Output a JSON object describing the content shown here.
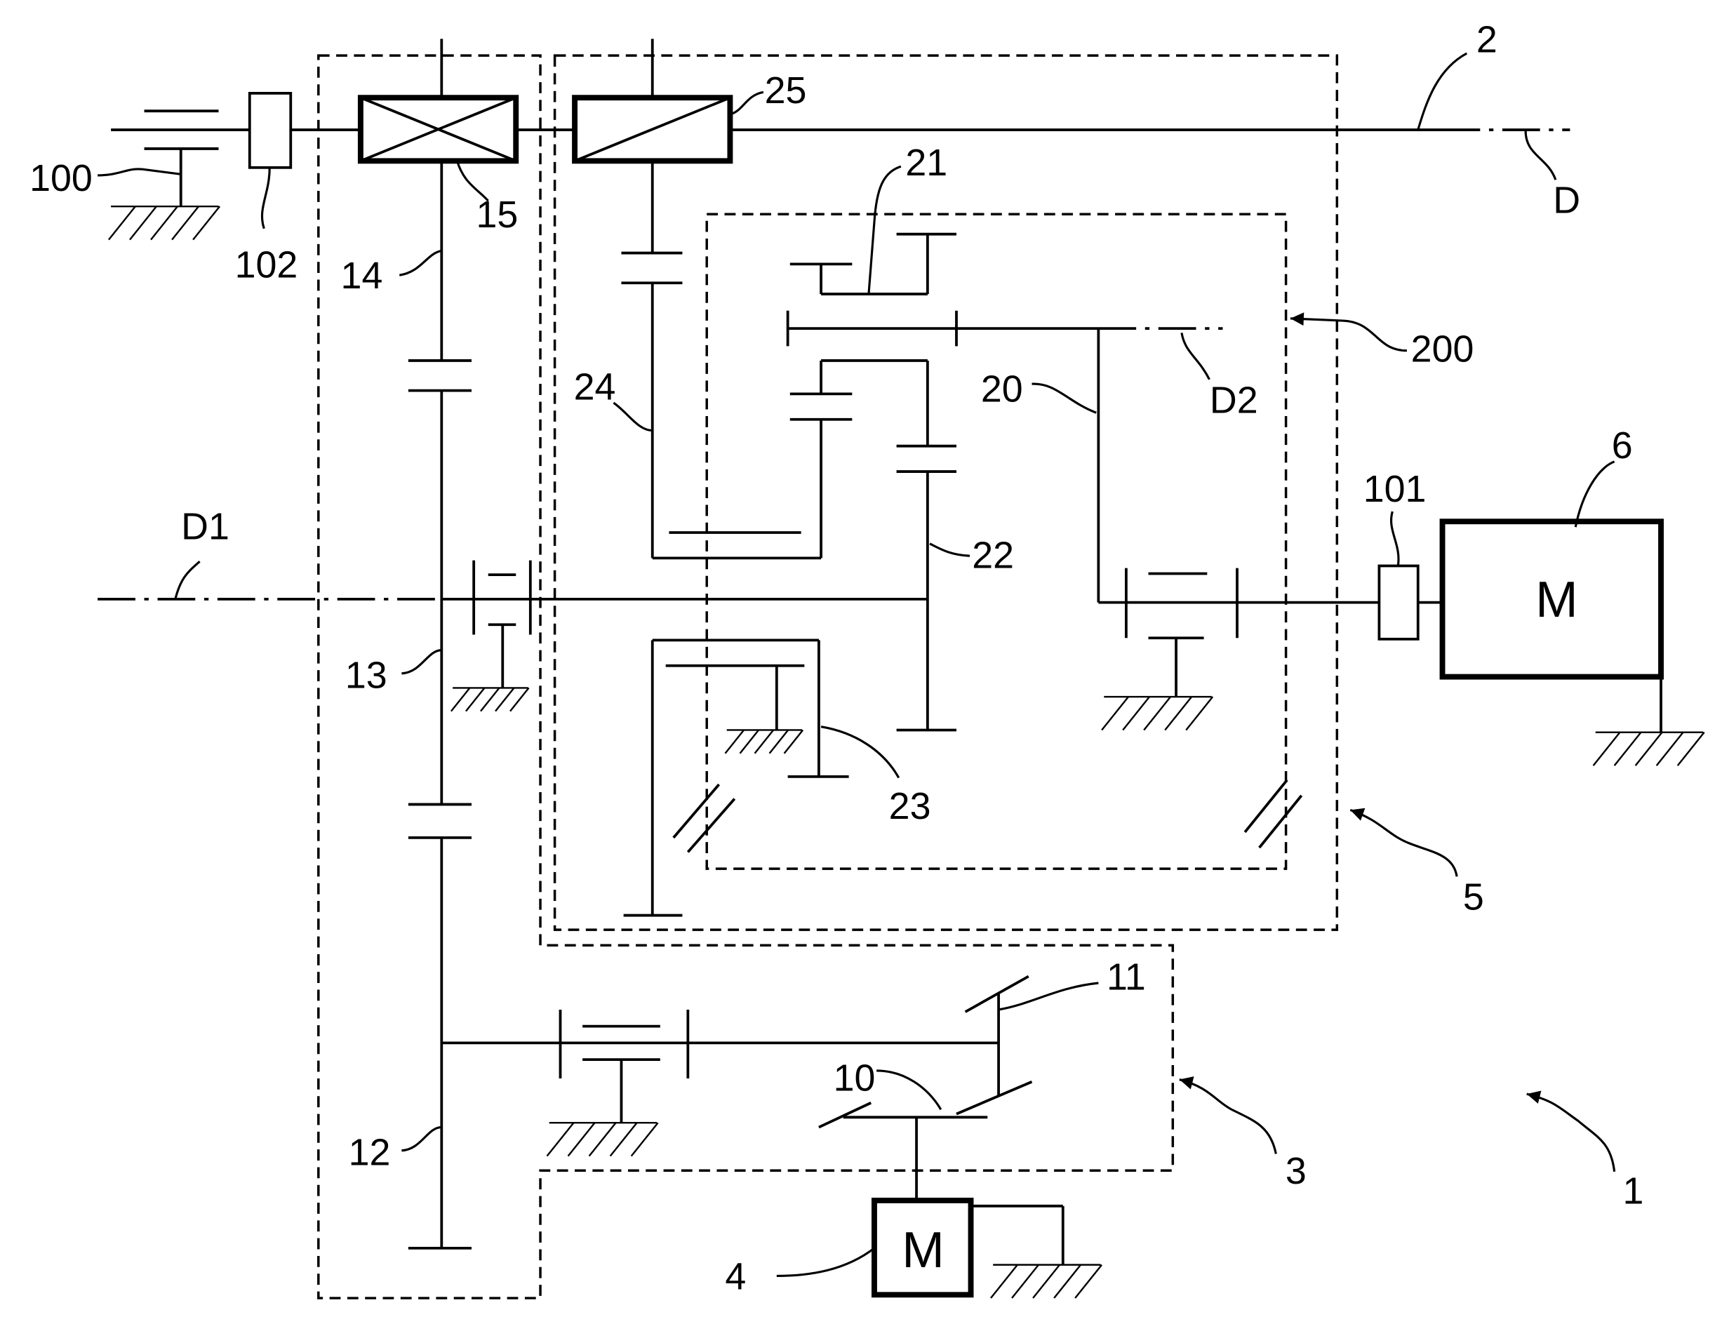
{
  "labels": {
    "system": "1",
    "output_shaft": "2",
    "assembly_3": "3",
    "motor_4": "4",
    "assembly_5": "5",
    "motor_6": "6",
    "gear_10": "10",
    "gear_11": "11",
    "shaft_12": "12",
    "shaft_13": "13",
    "shaft_14": "14",
    "gear_15": "15",
    "carrier_20": "20",
    "gear_21": "21",
    "gear_22": "22",
    "gear_23": "23",
    "shaft_24": "24",
    "gear_25": "25",
    "bearing_100": "100",
    "coupling_101": "101",
    "coupling_102": "102",
    "planetary_200": "200",
    "axis_d": "D",
    "axis_d1": "D1",
    "axis_d2": "D2"
  },
  "motor_glyphs": {
    "motor_4": "M",
    "motor_6": "M"
  },
  "colors": {
    "line": "#000000",
    "background": "#ffffff"
  }
}
